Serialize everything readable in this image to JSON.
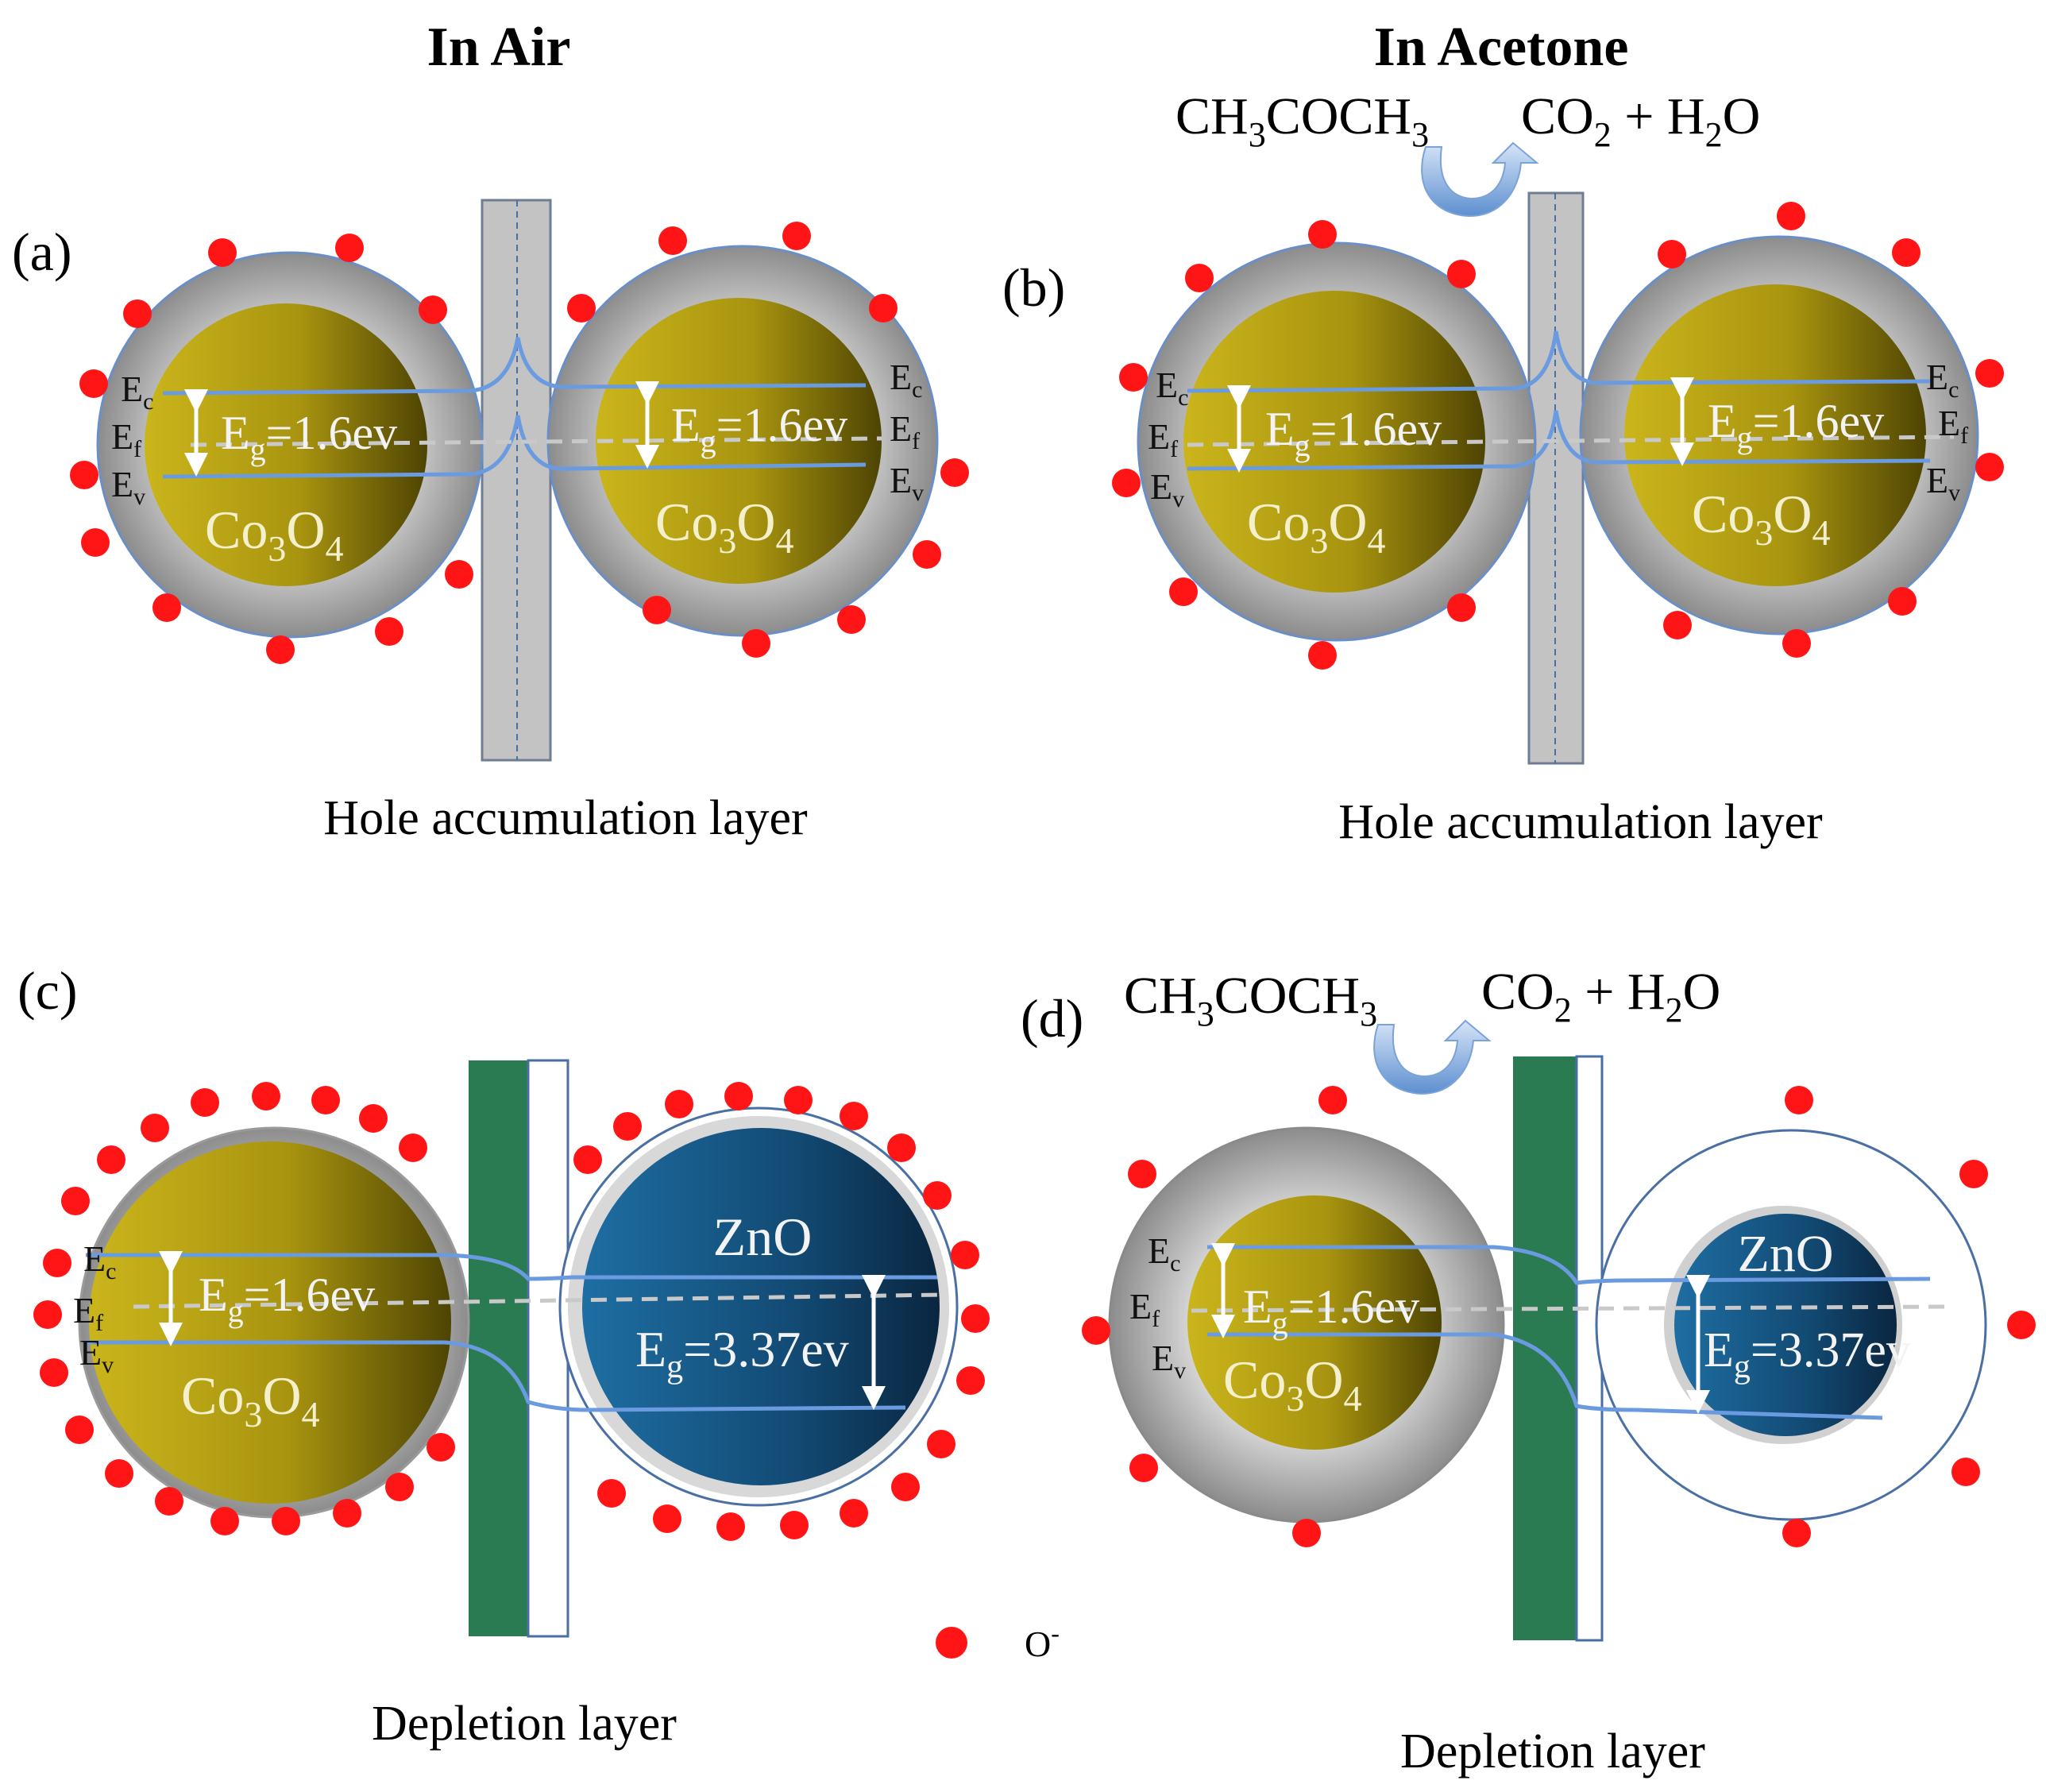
{
  "headers": {
    "air": "In Air",
    "acetone": "In Acetone"
  },
  "panels": {
    "a": {
      "label": "(a)",
      "caption": "Hole accumulation layer"
    },
    "b": {
      "label": "(b)",
      "caption": "Hole accumulation layer"
    },
    "c": {
      "label": "(c)",
      "caption": "Depletion layer"
    },
    "d": {
      "label": "(d)",
      "caption": "Depletion layer"
    }
  },
  "reaction": {
    "reactant": {
      "base": "CH",
      "s1": "3",
      "mid": "COCH",
      "s2": "3"
    },
    "product": {
      "a": "CO",
      "s1": "2",
      "b": " + H",
      "s2": "2",
      "c": "O"
    }
  },
  "materials": {
    "co3o4": {
      "a": "Co",
      "s1": "3",
      "b": "O",
      "s2": "4"
    },
    "zno": "ZnO"
  },
  "energy": {
    "ec": {
      "base": "E",
      "sub": "c"
    },
    "ef": {
      "base": "E",
      "sub": "f"
    },
    "ev": {
      "base": "E",
      "sub": "v"
    },
    "eg_co3o4": {
      "base": "E",
      "sub": "g",
      "value": "=1.6ev"
    },
    "eg_zno": {
      "base": "E",
      "sub": "g",
      "value": "=3.37ev"
    }
  },
  "legend": {
    "base": "O",
    "sup": "-"
  },
  "colors": {
    "particle_core": "#c9b21a",
    "particle_core_dark": "#5a4f05",
    "shell": "#b5b5b5",
    "zno_core": "#1a5f8e",
    "zno_dark": "#0d2f4a",
    "band_line": "#6a9be0",
    "oxygen_ion": "#ff1515",
    "depletion": "#2a7a52",
    "interface": "#c0c0c0"
  }
}
